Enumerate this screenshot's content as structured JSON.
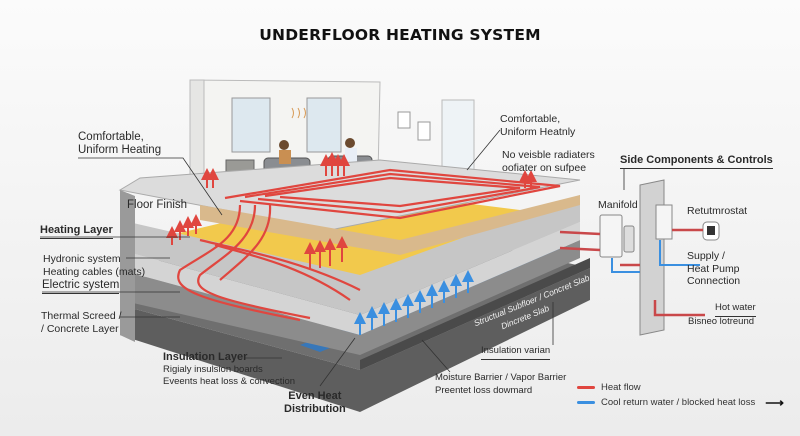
{
  "title": "UNDERFLOOR HEATING SYSTEM",
  "labels": {
    "comfort_left_1": "Comfortable,",
    "comfort_left_2": "Uniform Heating",
    "comfort_right_1": "Comfortable,",
    "comfort_right_2": "Uniform Heatnly",
    "no_radiators_1": "No veisble radiaters",
    "no_radiators_2": "oofiater on sufpee",
    "floor_finish": "Floor Finish",
    "heating_layer": "Heating Layer",
    "hydronic_1": "Hydronic system",
    "hydronic_2": "Heating cables (mats)",
    "electric": "Electric system",
    "screed_1": "Thermal Screed /",
    "screed_2": "/ Concrete Layer",
    "insulation_title": "Insulation Layer",
    "insulation_1": "Rigialy insulsion boards",
    "insulation_2": "Eveents heat loss & convection",
    "even_heat_1": "Even Heat",
    "even_heat_2": "Distribution",
    "moisture_1": "Moisture Barrier / Vapor Barrier",
    "moisture_2": "Preentet loss dowmard",
    "insulation_varian": "Insulation varian",
    "subfloor_1": "Structual Subfloer / Concret Slab",
    "subfloor_2": "Dincrete Slab",
    "side_title": "Side Components & Controls",
    "manifold": "Manifold",
    "thermostat": "Retutmrostat",
    "supply_1": "Supply /",
    "supply_2": "Heat Pump",
    "supply_3": "Connection",
    "hot_water": "Hot water",
    "bisneo": "Bisneo lotreund"
  },
  "legend": [
    {
      "label": "Heat flow",
      "color": "#e0463f"
    },
    {
      "label": "Cool return water / blocked heat loss",
      "color": "#3a8fe0"
    }
  ],
  "colors": {
    "heat": "#e0463f",
    "cool": "#3a8fe0",
    "screed_yellow": "#f2c94c",
    "wood": "#d9b98c",
    "concrete_dark": "#5a5a5a"
  }
}
